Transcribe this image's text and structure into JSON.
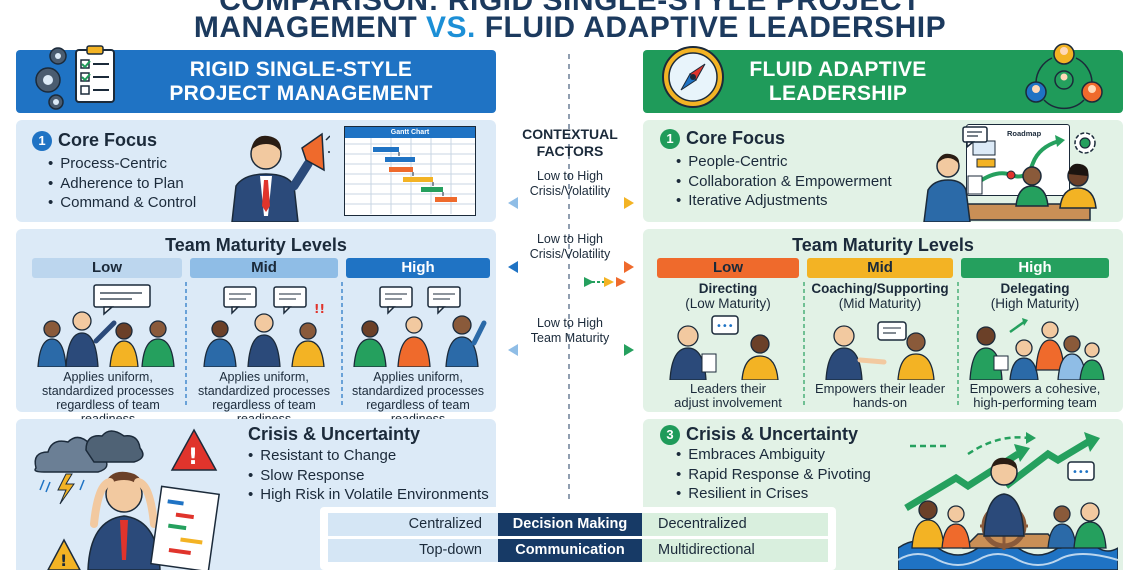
{
  "title": {
    "line1": "COMPARISON: RIGID SINGLE-STYLE PROJECT",
    "line2_a": "MANAGEMENT ",
    "line2_vs": "VS.",
    "line2_b": " FLUID ADAPTIVE LEADERSHIP"
  },
  "left": {
    "header_line1": "RIGID SINGLE-STYLE",
    "header_line2": "PROJECT MANAGEMENT",
    "core": {
      "number": "1",
      "title": "Core Focus",
      "bullets": [
        "Process-Centric",
        "Adherence to Plan",
        "Command & Control"
      ],
      "gantt_title": "Gantt Chart"
    },
    "maturity": {
      "title": "Team Maturity Levels",
      "levels": [
        "Low",
        "Mid",
        "High"
      ],
      "captions": [
        [
          "Applies uniform,",
          "standardized processes",
          "regardless of team readiness"
        ],
        [
          "Applies uniform,",
          "standardized processes",
          "regardless of team readiness"
        ],
        [
          "Applies uniform,",
          "standardized processes",
          "regardless of team readiness"
        ]
      ]
    },
    "crisis": {
      "title": "Crisis & Uncertainty",
      "bullets": [
        "Resistant to Change",
        "Slow Response",
        "High Risk in Volatile Environments"
      ]
    }
  },
  "right": {
    "header_line1": "FLUID ADAPTIVE",
    "header_line2": "LEADERSHIP",
    "core": {
      "number": "1",
      "title": "Core Focus",
      "bullets": [
        "People-Centric",
        "Collaboration & Empowerment",
        "Iterative Adjustments"
      ],
      "roadmap_title": "Roadmap"
    },
    "maturity": {
      "title": "Team Maturity Levels",
      "levels": [
        "Low",
        "Mid",
        "High"
      ],
      "roles": [
        {
          "name": "Directing",
          "sub": "(Low Maturity)",
          "caption": [
            "Leaders their",
            "adjust involvement"
          ]
        },
        {
          "name": "Coaching/Supporting",
          "sub": "(Mid Maturity)",
          "caption": [
            "Empowers their leader",
            "hands-on"
          ]
        },
        {
          "name": "Delegating",
          "sub": "(High Maturity)",
          "caption": [
            "Empowers a cohesive,",
            "high-performing team"
          ]
        }
      ]
    },
    "crisis": {
      "number": "3",
      "title": "Crisis & Uncertainty",
      "bullets": [
        "Embraces Ambiguity",
        "Rapid Response & Pivoting",
        "Resilient in Crises"
      ]
    }
  },
  "context": {
    "title_line1": "CONTEXTUAL",
    "title_line2": "FACTORS",
    "factors": [
      [
        "Low to High",
        "Crisis/Volatility"
      ],
      [
        "Low to High",
        "Crisis/Volatility"
      ],
      [
        "Low to High",
        "Team Maturity"
      ]
    ]
  },
  "comparison": [
    {
      "left": "Centralized",
      "mid": "Decision Making",
      "right": "Decentralized"
    },
    {
      "left": "Top-down",
      "mid": "Communication",
      "right": "Multidirectional"
    }
  ],
  "colors": {
    "rigid_blue": "#1f73c4",
    "adaptive_green": "#1f9b5a",
    "level_low_left": "#bcd6ee",
    "level_mid_left": "#8fbde6",
    "level_high_left": "#1f73c4",
    "level_low_right": "#ef6a2c",
    "level_mid_right": "#f3b324",
    "level_high_right": "#25a05e",
    "alert_red": "#e0342c"
  }
}
